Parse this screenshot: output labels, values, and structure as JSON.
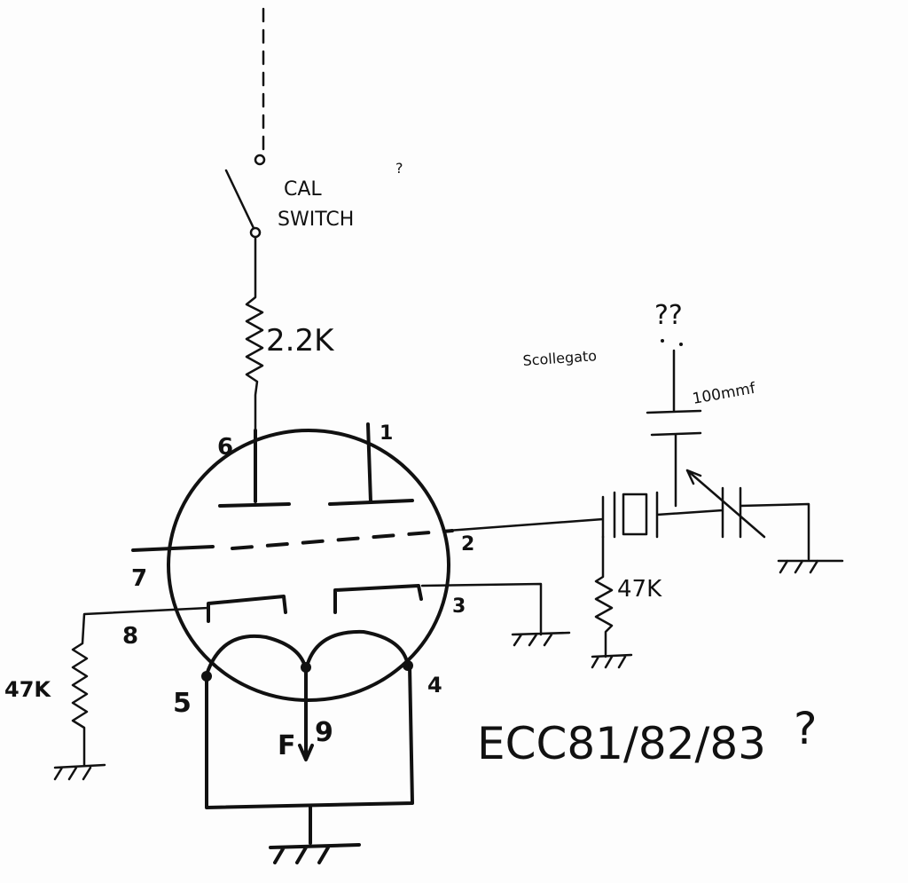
{
  "title": "ECC81/82/83",
  "title_question": "?",
  "switch": {
    "label_line1": "CAL",
    "label_line2": "SWITCH",
    "question": "?"
  },
  "resistors": {
    "anode": "2.2K",
    "grid": "47K",
    "cathode": "47K"
  },
  "capacitor": {
    "value": "100mmf",
    "note": "Scollegato",
    "question": "??"
  },
  "pins": {
    "p1": "1",
    "p2": "2",
    "p3": "3",
    "p4": "4",
    "p5": "5",
    "p6": "6",
    "p7": "7",
    "p8": "8",
    "p9": "9",
    "filament": "F"
  }
}
